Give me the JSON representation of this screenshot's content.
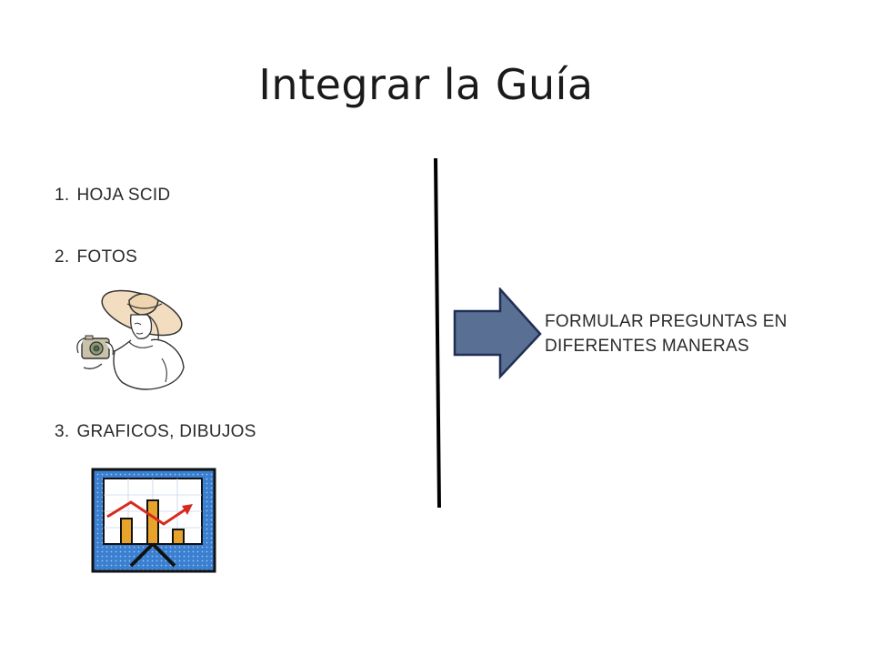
{
  "slide": {
    "title": "Integrar la Guía",
    "items": [
      {
        "number": "1.",
        "label": "HOJA SCID"
      },
      {
        "number": "2.",
        "label": "FOTOS"
      },
      {
        "number": "3.",
        "label": "GRAFICOS, DIBUJOS"
      }
    ],
    "result_lines": [
      "FORMULAR PREGUNTAS EN",
      "DIFERENTES MANERAS"
    ],
    "colors": {
      "arrow_fill": "#5a6f94",
      "arrow_stroke": "#1f2f52",
      "chart_frame": "#3a7fd0",
      "chart_bar": "#e8a32a",
      "chart_arrow": "#d8291e"
    },
    "icons": {
      "photo": "woman-with-camera-clipart",
      "chart": "presentation-board-chart-clipart"
    }
  }
}
